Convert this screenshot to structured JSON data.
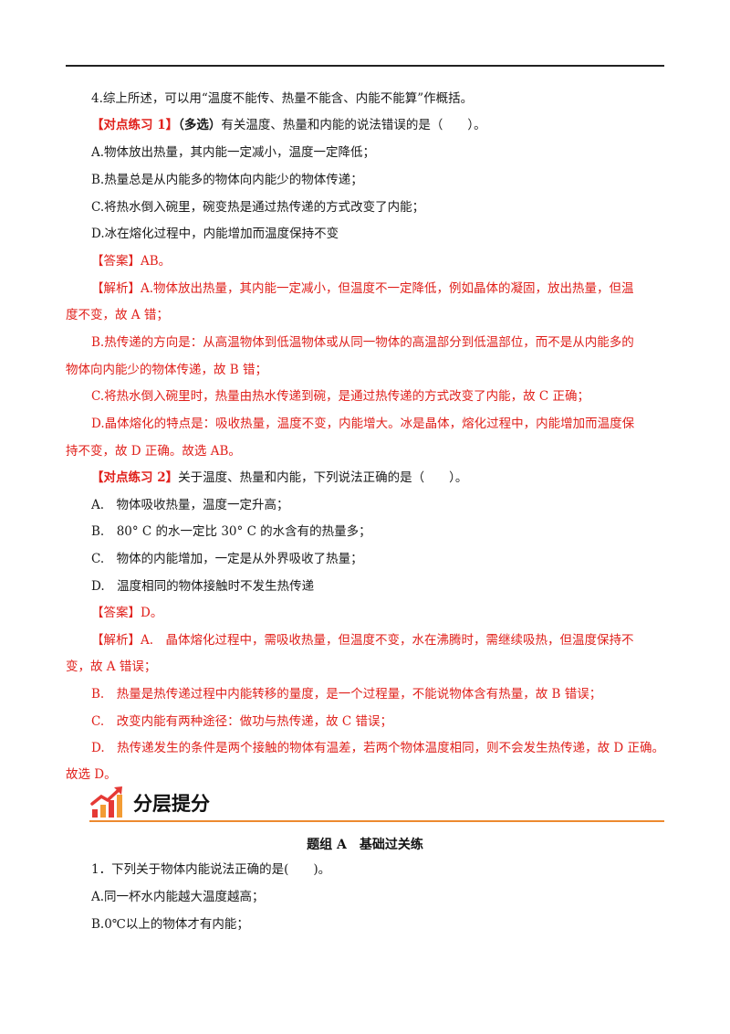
{
  "lines": {
    "l1": "4.综上所述，可以用“温度不能传、热量不能含、内能不能算”作概括。",
    "p1_tag": "【对点练习 1】",
    "p1_multi": "（多选）",
    "p1_q": "有关温度、热量和内能的说法错误的是（　　）。",
    "p1_a": "A.物体放出热量，其内能一定减小，温度一定降低；",
    "p1_b": "B.热量总是从内能多的物体向内能少的物体传递；",
    "p1_c": "C.将热水倒入碗里，碗变热是通过热传递的方式改变了内能；",
    "p1_d": "D.冰在熔化过程中，内能增加而温度保持不变",
    "p1_ans_tag": "【答案】",
    "p1_ans": "AB。",
    "p1_exp_tag": "【解析】",
    "p1_exp_a1": "A.物体放出热量，其内能一定减小，但温度不一定降低，例如晶体的凝固，放出热量，但温",
    "p1_exp_a2": "度不变，故 A 错；",
    "p1_exp_b1": "B.热传递的方向是：从高温物体到低温物体或从同一物体的高温部分到低温部位，而不是从内能多的",
    "p1_exp_b2": "物体向内能少的物体传递，故 B 错；",
    "p1_exp_c": "C.将热水倒入碗里时，热量由热水传递到碗，是通过热传递的方式改变了内能，故 C 正确；",
    "p1_exp_d1": "D.晶体熔化的特点是：吸收热量，温度不变，内能增大。冰是晶体，熔化过程中，内能增加而温度保",
    "p1_exp_d2": "持不变，故 D 正确。故选 AB。",
    "p2_tag": "【对点练习 2】",
    "p2_q": "关于温度、热量和内能，下列说法正确的是（　　）。",
    "p2_a": "A.　物体吸收热量，温度一定升高；",
    "p2_b": "B.　80° C 的水一定比 30° C 的水含有的热量多；",
    "p2_c": "C.　物体的内能增加，一定是从外界吸收了热量；",
    "p2_d": "D.　温度相同的物体接触时不发生热传递",
    "p2_ans_tag": "【答案】",
    "p2_ans": "D。",
    "p2_exp_tag": "【解析】",
    "p2_exp_a1": "A.　晶体熔化过程中，需吸收热量，但温度不变，水在沸腾时，需继续吸热，但温度保持不",
    "p2_exp_a2": "变，故 A 错误；",
    "p2_exp_b": "B.　热量是热传递过程中内能转移的量度，是一个过程量，不能说物体含有热量，故 B 错误；",
    "p2_exp_c": "C.　改变内能有两种途径：做功与热传递，故 C 错误；",
    "p2_exp_d1": "D.　热传递发生的条件是两个接触的物体有温差，若两个物体温度相同，则不会发生热传递，故 D 正确。",
    "p2_exp_d2": "故选 D。",
    "section_title": "分层提分",
    "group_title": "题组 A　基础过关练",
    "q1": "1．下列关于物体内能说法正确的是(　　)。",
    "q1_a": "A.同一杯水内能越大温度越高；",
    "q1_b": "B.0℃以上的物体才有内能；"
  },
  "colors": {
    "accent_red": "#e0201b",
    "section_rule": "#ed8a2f",
    "logo_red": "#e53935",
    "logo_orange": "#f39c34"
  },
  "icons": {
    "section_logo": "growth-chart-icon"
  }
}
